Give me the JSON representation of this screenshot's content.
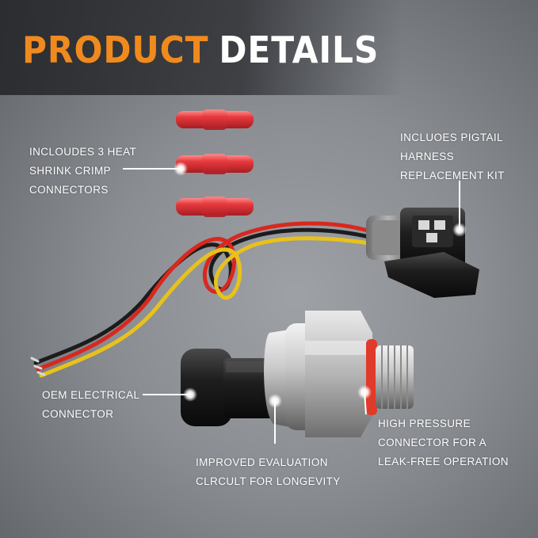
{
  "header": {
    "title_word_1": "PRODUCT",
    "title_word_2": "DETAILS",
    "accent_color": "#f08a1e"
  },
  "callouts": {
    "crimp": {
      "lines": [
        "INCLOUDES 3 HEAT",
        "SHRINK CRIMP",
        "CONNECTORS"
      ]
    },
    "pigtail": {
      "lines": [
        "INCLUOES PIGTAIL",
        "HARNESS",
        "REPLACEMENT KIT"
      ]
    },
    "oem": {
      "lines": [
        "OEM ELECTRICAL",
        "CONNECTOR"
      ]
    },
    "pressure": {
      "lines": [
        "HIGH PRESSURE",
        "CONNECTOR FOR A",
        "LEAK-FREE OPERATION"
      ]
    },
    "circuit": {
      "lines": [
        "IMPROVED EVALUATION",
        "CLRCULT FOR LONGEVITY"
      ]
    }
  },
  "colors": {
    "crimp_red": "#e0363a",
    "wire_red": "#d8281e",
    "wire_yellow": "#e8c21a",
    "wire_black": "#1c1c1c",
    "oring": "#e03a2a"
  }
}
